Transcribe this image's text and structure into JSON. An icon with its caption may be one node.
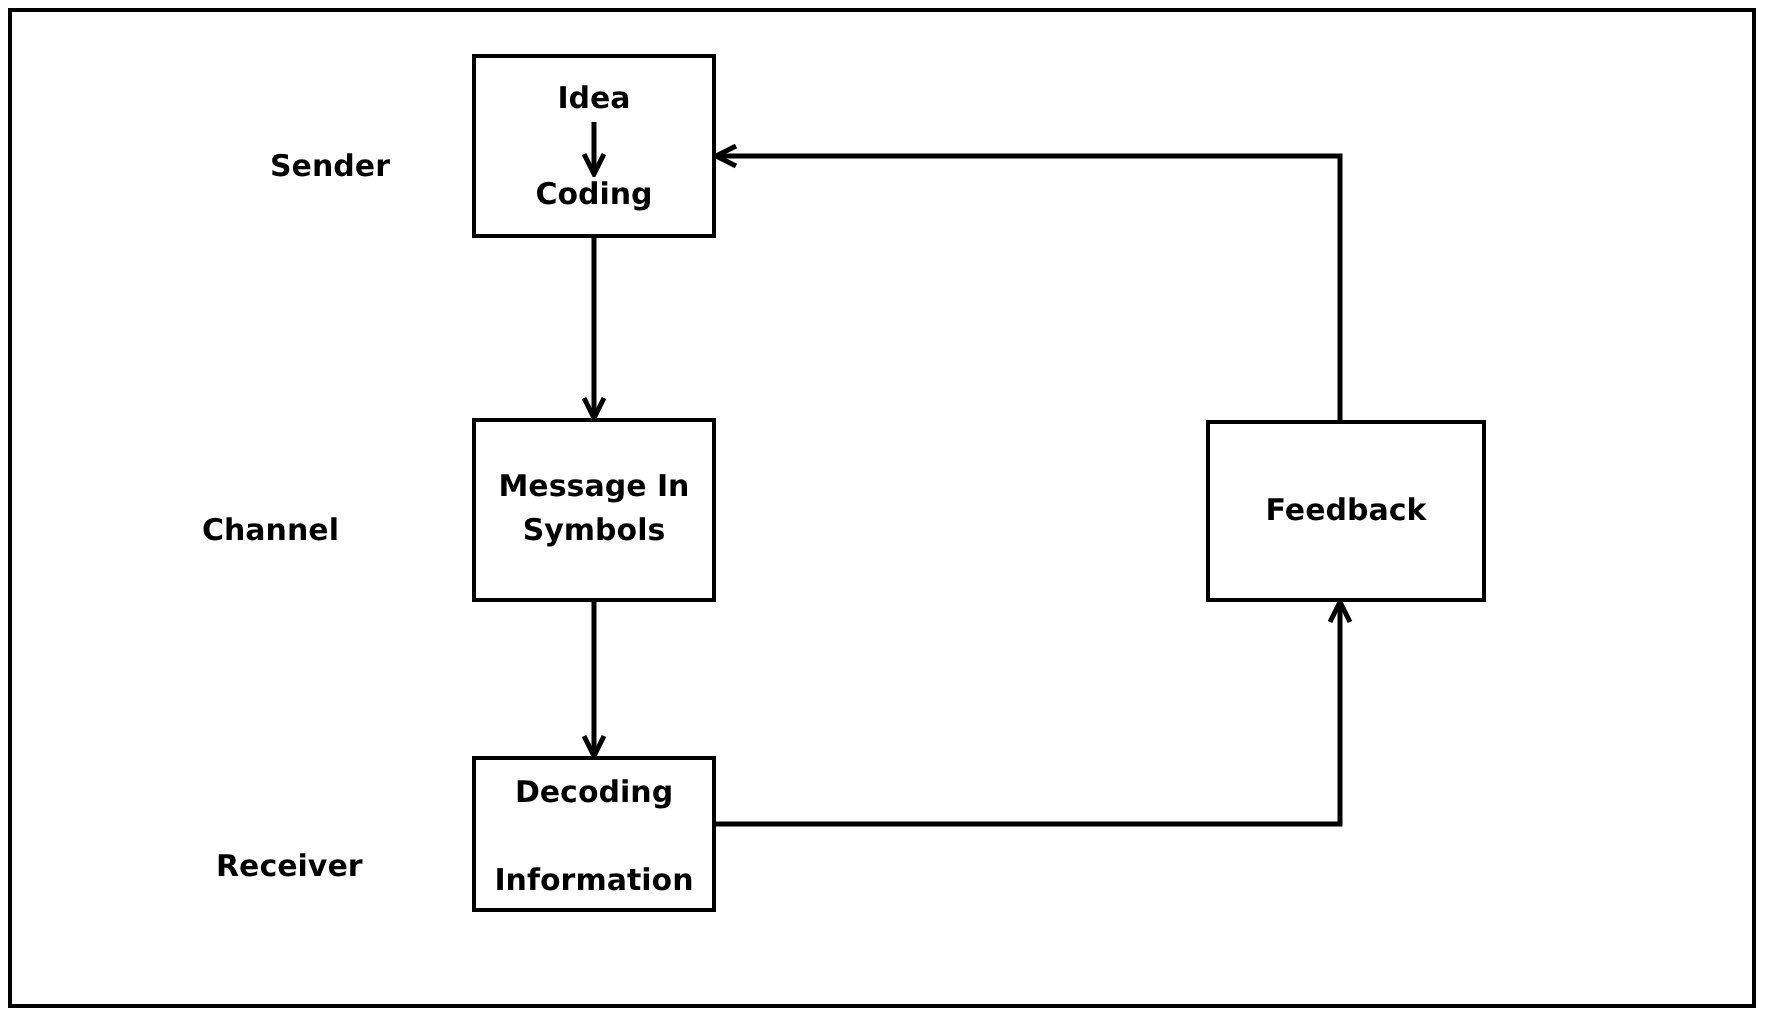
{
  "diagram": {
    "nodes": [
      {
        "text": [],
        "shape": "box"
      },
      {
        "text": [
          "Idea"
        ],
        "in": 0
      },
      {
        "text": [
          "Coding"
        ],
        "in": 0
      },
      {
        "text": [
          "Message In Symbols"
        ]
      },
      {
        "text": [],
        "shape": "box"
      },
      {
        "text": [
          "Decoding"
        ],
        "in": 4
      },
      {
        "text": [
          "Information"
        ],
        "in": 4
      },
      {
        "text": [
          "Feedback"
        ]
      }
    ],
    "edges": [
      {
        "from": 1,
        "to": 2,
        "arrow": "to"
      },
      {
        "from": 0,
        "to": 3,
        "arrow": "to"
      },
      {
        "from": 3,
        "to": 4,
        "arrow": "to"
      },
      {
        "from": 4,
        "to": 7,
        "arrow": "to"
      },
      {
        "from": 7,
        "to": 0,
        "arrow": "to"
      }
    ],
    "labels": [
      "Sender",
      "Channel",
      "Receiver"
    ]
  }
}
